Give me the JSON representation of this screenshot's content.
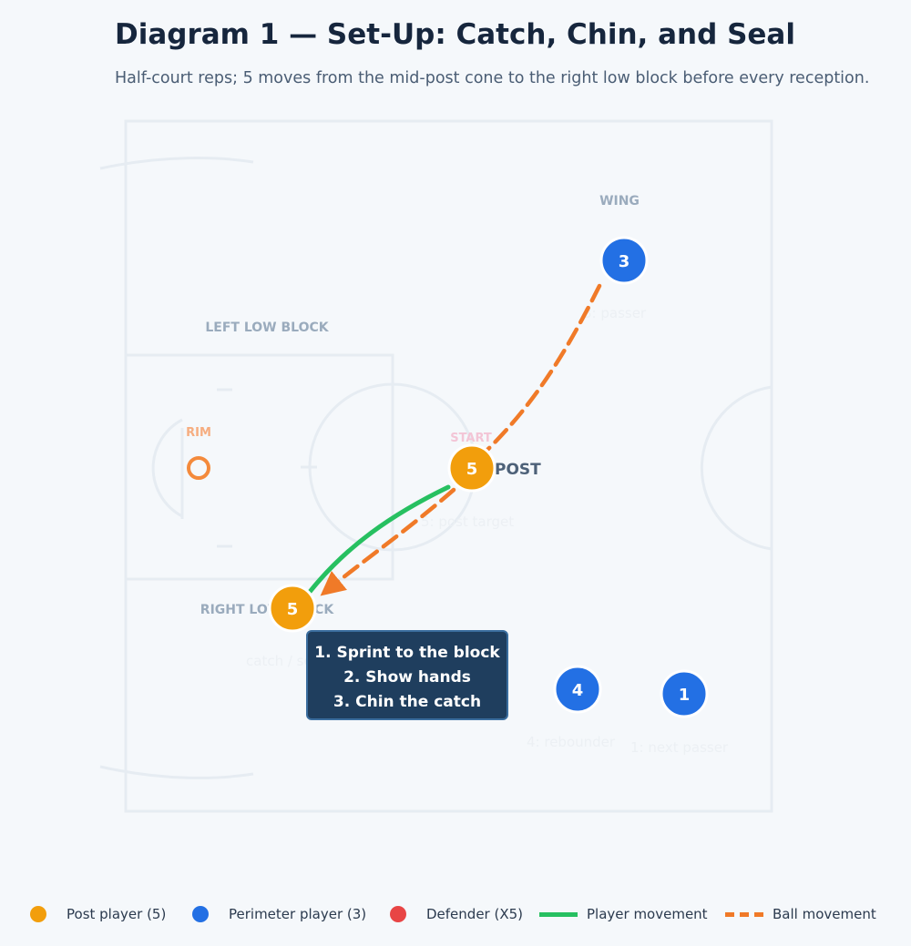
{
  "header": {
    "title": "Diagram 1 — Set-Up: Catch, Chin, and Seal",
    "subtitle": "Half-court reps; 5 moves from the mid-post cone to the right low block before every reception."
  },
  "court": {
    "labels": {
      "wing": "WING",
      "left_low_block": "LEFT LOW BLOCK",
      "rim": "RIM",
      "start": "START",
      "post": "POST",
      "right_low_block": "RIGHT LOW BLOCK"
    },
    "players": {
      "wing_player": {
        "number": "3",
        "caption": "3: passer"
      },
      "post_start": {
        "number": "5",
        "caption": "5: post target"
      },
      "post_end": {
        "number": "5",
        "caption": "catch / seal"
      },
      "rebounder": {
        "number": "4",
        "caption": "4: rebounder"
      },
      "next_passer": {
        "number": "1",
        "caption": "1: next passer"
      }
    },
    "callout": {
      "line1": "1. Sprint to the block",
      "line2": "2. Show hands",
      "line3": "3. Chin the catch"
    }
  },
  "legend": {
    "post_player": "Post player (5)",
    "perimeter_player": "Perimeter player (3)",
    "defender": "Defender (X5)",
    "player_movement": "Player movement",
    "ball_movement": "Ball movement"
  },
  "colors": {
    "post": "#f29e0c",
    "perimeter": "#2370e4",
    "defender": "#e84545",
    "movement": "#27c061",
    "ball": "#f07a28",
    "callout_bg": "#1f3e5e"
  }
}
